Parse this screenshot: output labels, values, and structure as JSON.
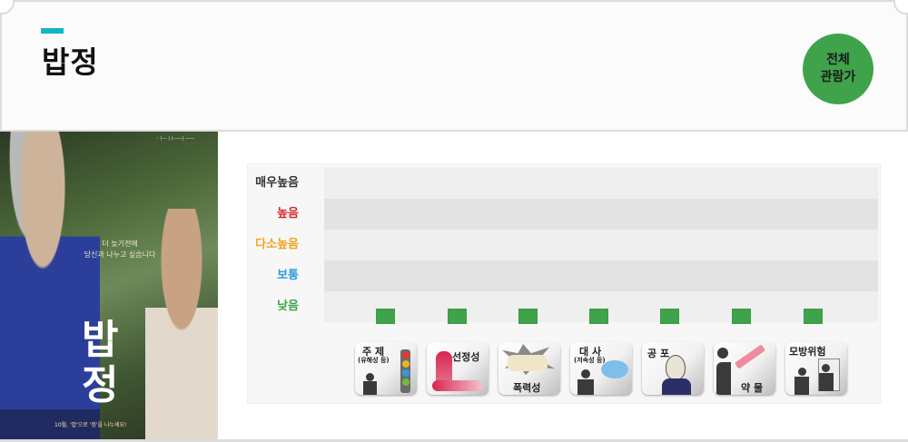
{
  "header": {
    "title": "밥정",
    "rating": {
      "line1": "전체",
      "line2": "관람가",
      "color": "#3fa34b"
    },
    "accent_color": "#12b5c4"
  },
  "poster": {
    "alt": "밥정 movie poster",
    "tagline_line1": "더 늦기전에",
    "tagline_line2": "당신과 나누고 싶습니다",
    "title_line1": "밥",
    "title_line2": "정",
    "release_text": "10월, '밥'으로 '정'을 나누세요!"
  },
  "chart_data": {
    "type": "scatter",
    "title": "",
    "levels": [
      {
        "label": "매우높음",
        "color": "#333333"
      },
      {
        "label": "높음",
        "color": "#d9272e"
      },
      {
        "label": "다소높음",
        "color": "#f2a31c"
      },
      {
        "label": "보통",
        "color": "#2e9be0"
      },
      {
        "label": "낮음",
        "color": "#3fa34b"
      }
    ],
    "categories": [
      "주제",
      "선정성",
      "폭력성",
      "대사",
      "공포",
      "약물",
      "모방위험"
    ],
    "values": [
      "낮음",
      "낮음",
      "낮음",
      "낮음",
      "낮음",
      "낮음",
      "낮음"
    ],
    "marker_color": "#3fa34b"
  },
  "icons": [
    {
      "name": "theme",
      "label": "주 제",
      "sub": "(유해성 등)"
    },
    {
      "name": "sexuality",
      "label": "선정성"
    },
    {
      "name": "violence",
      "label": "폭력성"
    },
    {
      "name": "dialogue",
      "label": "대 사",
      "sub": "(저속성 등)"
    },
    {
      "name": "fear",
      "label": "공 포"
    },
    {
      "name": "drugs",
      "label": "약 물"
    },
    {
      "name": "imitation-risk",
      "label": "모방위험"
    }
  ]
}
